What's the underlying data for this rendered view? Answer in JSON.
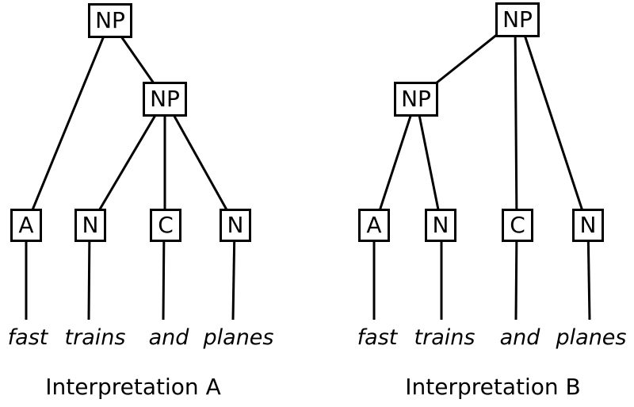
{
  "phrase": "fast trains and planes",
  "colors": {
    "line": "#000000",
    "text": "#000000",
    "background": "#ffffff"
  },
  "trees": [
    {
      "caption": "Interpretation A",
      "root_label": "NP",
      "sub_label": "NP",
      "leaves": [
        "A",
        "N",
        "C",
        "N"
      ],
      "words": [
        "fast",
        "trains",
        "and",
        "planes"
      ],
      "structure": "NP -> A [NP -> N C N] : 'fast' modifies 'trains and planes'"
    },
    {
      "caption": "Interpretation B",
      "root_label": "NP",
      "sub_label": "NP",
      "leaves": [
        "A",
        "N",
        "C",
        "N"
      ],
      "words": [
        "fast",
        "trains",
        "and",
        "planes"
      ],
      "structure": "NP -> [NP -> A N] C N : 'fast' modifies only 'trains'"
    }
  ]
}
